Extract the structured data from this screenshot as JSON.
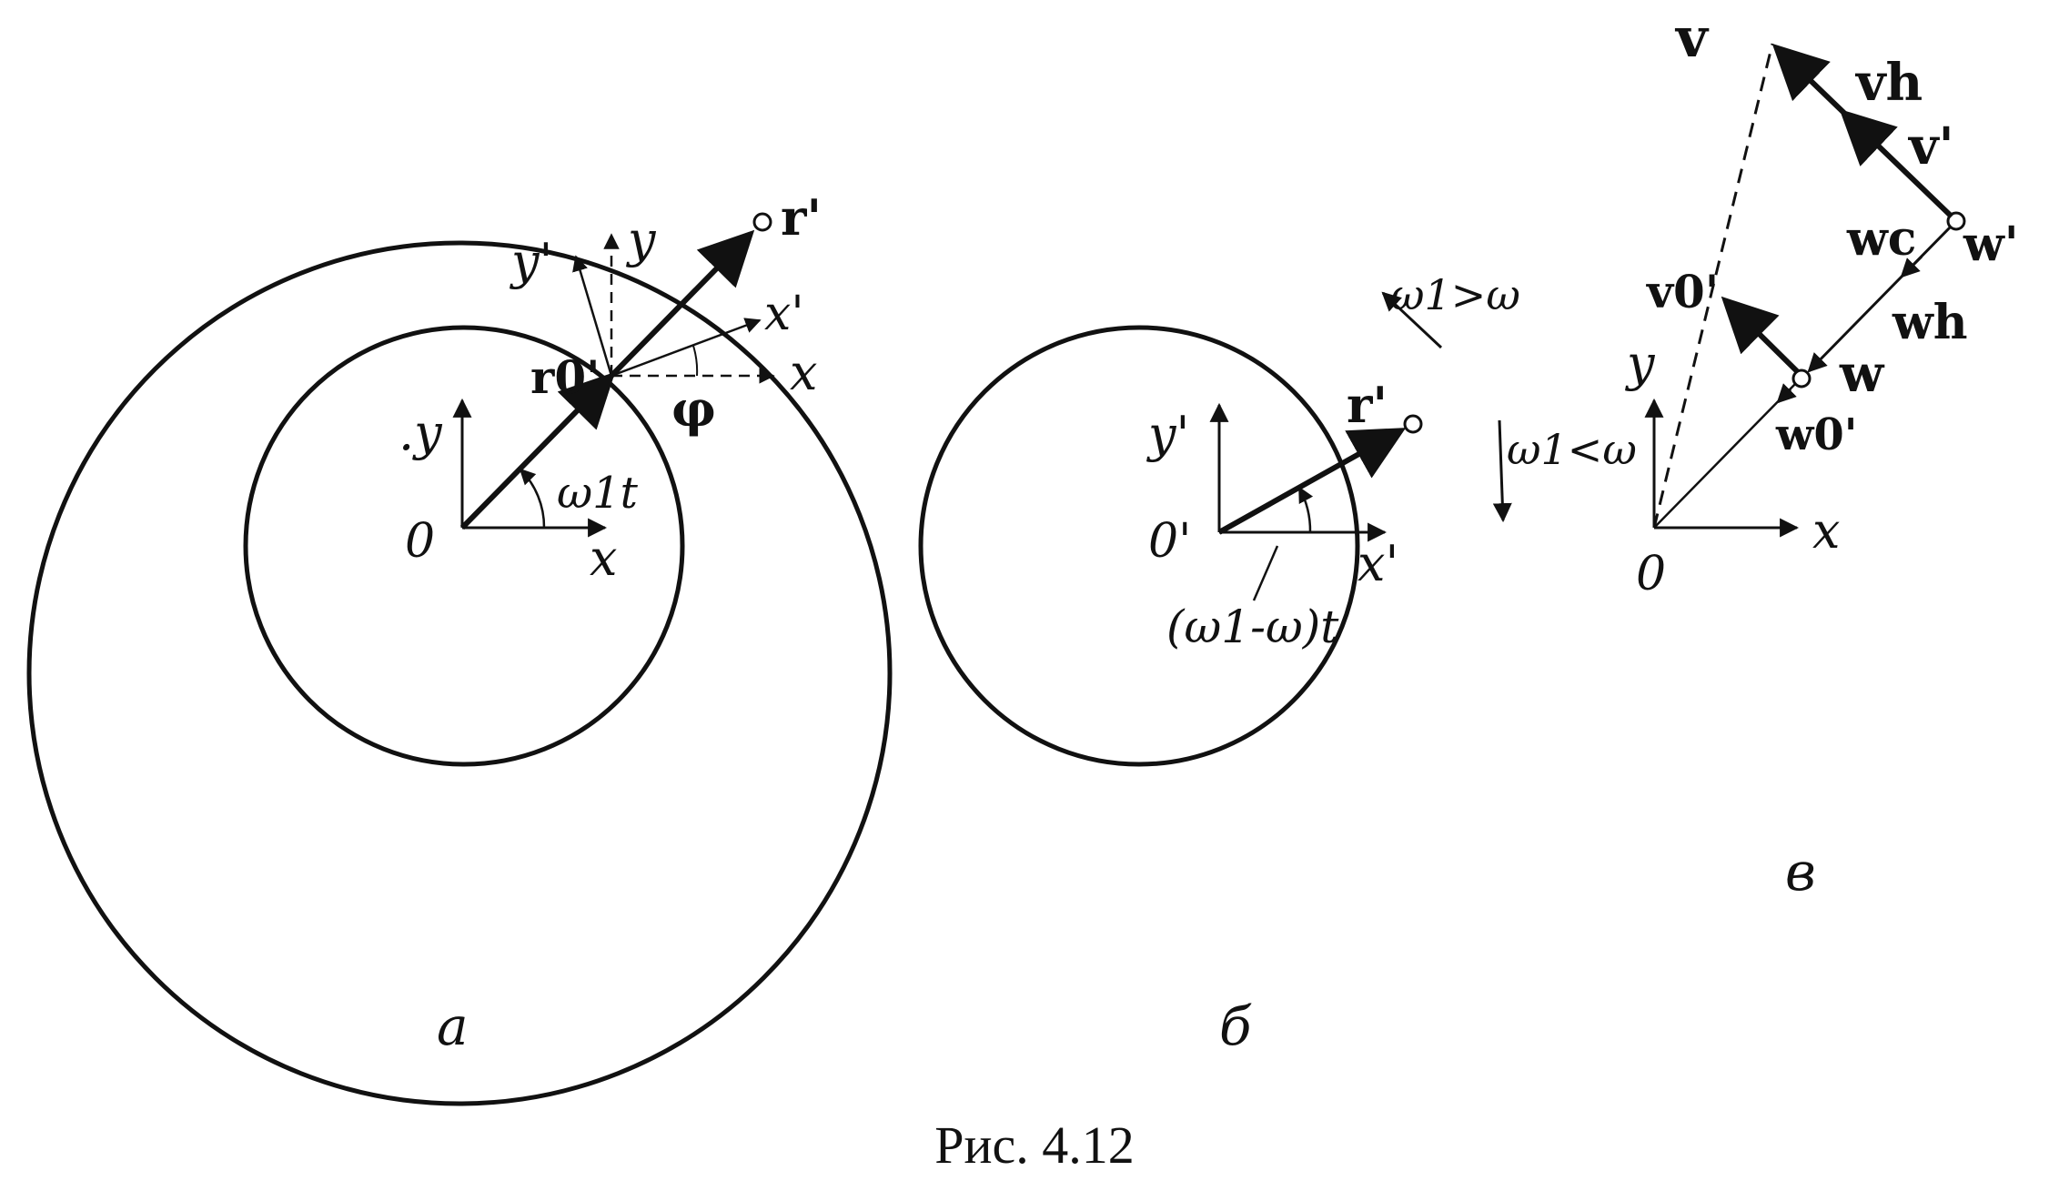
{
  "caption": "Рис. 4.12",
  "panels": {
    "a": {
      "label": "а",
      "origin_label": "0",
      "x_label": "x",
      "y_label": ".y",
      "x_prime": "x'",
      "y_prime": "y'",
      "x_local": "x",
      "y_local": "y",
      "r0_prime": "r0'",
      "r_prime": "r'",
      "angle": "ω1t",
      "phi": "φ"
    },
    "b": {
      "label": "б",
      "origin_label": "0'",
      "x_label": "x'",
      "y_label": "y'",
      "r_prime": "r'",
      "angle": "(ω1-ω)t",
      "omega_gt": "ω1>ω",
      "omega_lt": "ω1<ω"
    },
    "c": {
      "label": "в",
      "origin_label": "0",
      "x_label": "x",
      "y_label": "y",
      "v": "v",
      "v_h": "vh",
      "v_prime": "v'",
      "v0": "v0'",
      "w_c": "wc",
      "w_prime": "w'",
      "w_h": "wh",
      "w": "w",
      "w0": "w0'"
    }
  }
}
